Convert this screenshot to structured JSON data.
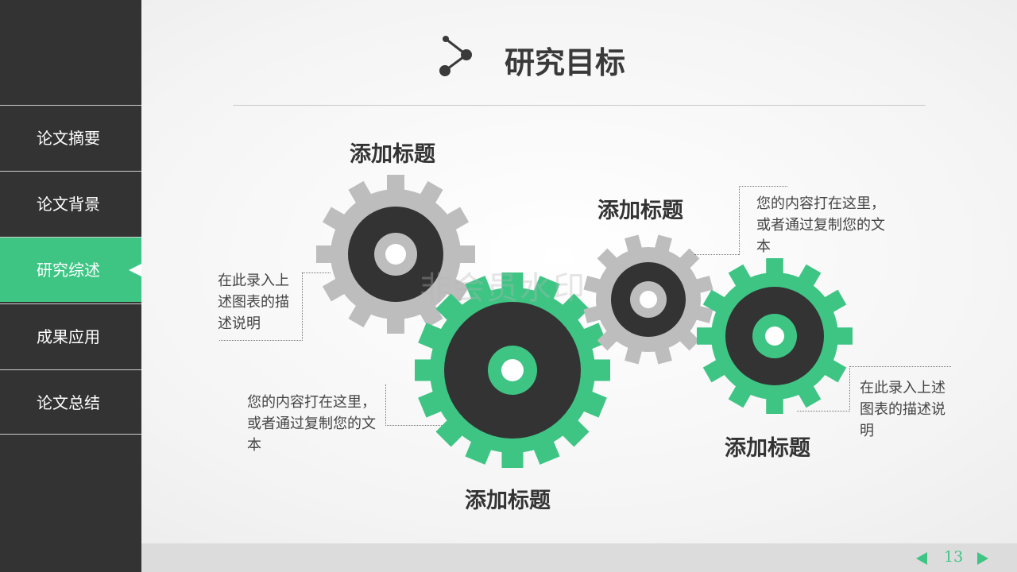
{
  "sidebar": {
    "items": [
      {
        "label": "论文摘要"
      },
      {
        "label": "论文背景"
      },
      {
        "label": "研究综述",
        "active": true
      },
      {
        "label": "成果应用"
      },
      {
        "label": "论文总结"
      }
    ]
  },
  "header": {
    "title": "研究目标",
    "icon": "share-nodes-icon"
  },
  "gears": [
    {
      "heading": "添加标题",
      "text": "在此录入上述图表的描述说明",
      "color": "#bdbdbd"
    },
    {
      "heading": "添加标题",
      "text": "您的内容打在这里，或者通过复制您的文本",
      "color": "#3ec584"
    },
    {
      "heading": "添加标题",
      "text": "您的内容打在这里，或者通过复制您的文本",
      "color": "#bdbdbd"
    },
    {
      "heading": "添加标题",
      "text": "在此录入上述图表的描述说明",
      "color": "#3ec584"
    }
  ],
  "watermark": "非会员水印",
  "footer": {
    "page": "13"
  },
  "colors": {
    "accent": "#3ec584",
    "dark": "#333333",
    "gray": "#bdbdbd"
  }
}
